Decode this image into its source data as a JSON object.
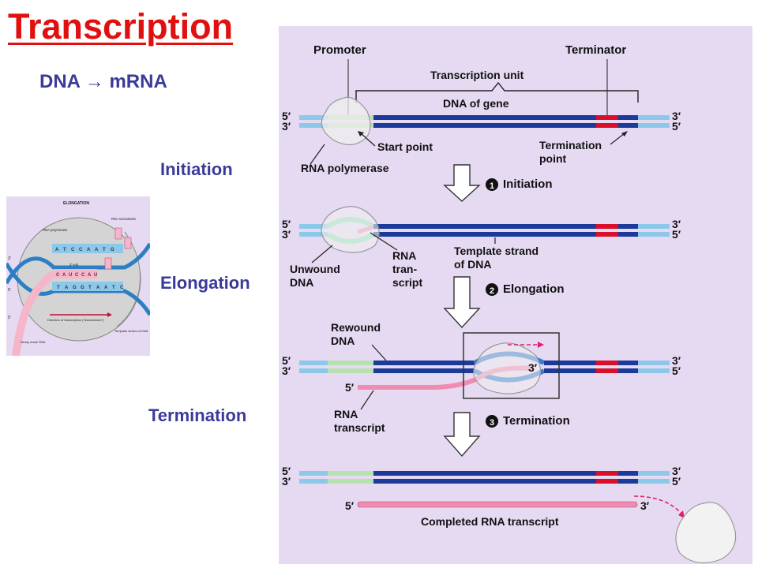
{
  "slide": {
    "title": "Transcription",
    "subtitle": "DNA → mRNA",
    "steps": [
      "Initiation",
      "Elongation",
      "Termination"
    ]
  },
  "inset": {
    "heading": "ELONGATION",
    "labels": {
      "rna_polymerase": "RNA polymerase",
      "rna_nucleotides": "RNA nucleotides",
      "three_end": "3′ end",
      "direction": "Direction of transcription (“downstream”)",
      "template": "Template strand of DNA",
      "newly_made": "Newly made RNA"
    },
    "dna_letters": [
      "A",
      "T",
      "C",
      "C",
      "A",
      "A",
      "T",
      "G",
      "T",
      "A",
      "G",
      "G",
      "T",
      "A",
      "A",
      "T",
      "C"
    ],
    "rna_letters": [
      "C",
      "A",
      "U",
      "C",
      "C",
      "A",
      "U"
    ],
    "primes": [
      "3′",
      "5′",
      "5′"
    ]
  },
  "figure": {
    "promoter": "Promoter",
    "terminator": "Terminator",
    "transcription_unit": "Transcription unit",
    "dna_of_gene": "DNA of gene",
    "start_point": "Start point",
    "termination_point": "Termination point",
    "rna_polymerase": "RNA polymerase",
    "unwound_dna": "Unwound DNA",
    "rna_transcript_short": "RNA tran- script",
    "template_strand": "Template strand of DNA",
    "rewound_dna": "Rewound DNA",
    "rna_transcript": "RNA transcript",
    "completed_rna": "Completed RNA transcript",
    "stages": [
      {
        "num": "1",
        "label": "Initiation"
      },
      {
        "num": "2",
        "label": "Elongation"
      },
      {
        "num": "3",
        "label": "Termination"
      }
    ],
    "five_prime": "5′",
    "three_prime": "3′"
  },
  "colors": {
    "title": "#e01010",
    "step_text": "#3a3a9a",
    "panel_bg": "#e6d9f2",
    "dna_dark": "#1b3a9a",
    "dna_light": "#8cc8ea",
    "promoter": "#b7e2b0",
    "terminator": "#d8102a",
    "rna": "#f08cb0"
  }
}
